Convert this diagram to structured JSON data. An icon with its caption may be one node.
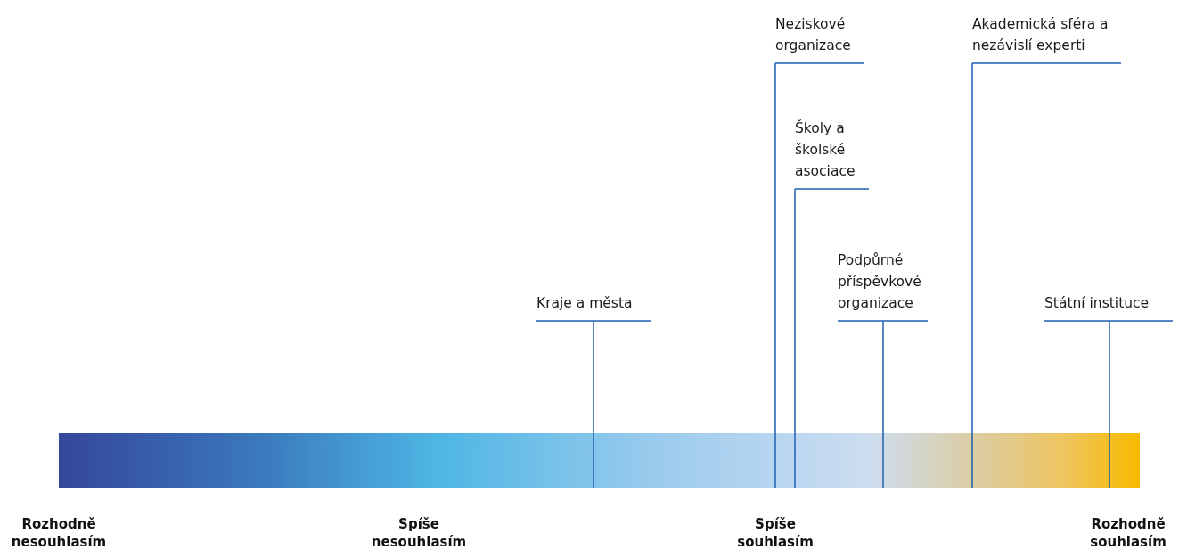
{
  "diagram": {
    "nodes": [
      {
        "text": [],
        "shape": "bar"
      },
      {
        "text": [
          "Kraje a města"
        ]
      },
      {
        "text": [
          "Neziskové organizace"
        ]
      },
      {
        "text": [
          "Školy a školské asociace"
        ]
      },
      {
        "text": [
          "Podpůrné příspěvkové organizace"
        ]
      },
      {
        "text": [
          "Akademická sféra a nezávislí experti"
        ]
      },
      {
        "text": [
          "Státní instituce"
        ]
      }
    ],
    "edges": [
      {
        "from": 1,
        "to": 0,
        "arrow": "none"
      },
      {
        "from": 2,
        "to": 0,
        "arrow": "none"
      },
      {
        "from": 3,
        "to": 0,
        "arrow": "none"
      },
      {
        "from": 4,
        "to": 0,
        "arrow": "none"
      },
      {
        "from": 5,
        "to": 0,
        "arrow": "none"
      },
      {
        "from": 6,
        "to": 0,
        "arrow": "none"
      }
    ],
    "labels": [
      "Rozhodně nesouhlasím",
      "Spíše nesouhlasím",
      "Spíše souhlasím",
      "Rozhodně souhlasím"
    ]
  }
}
